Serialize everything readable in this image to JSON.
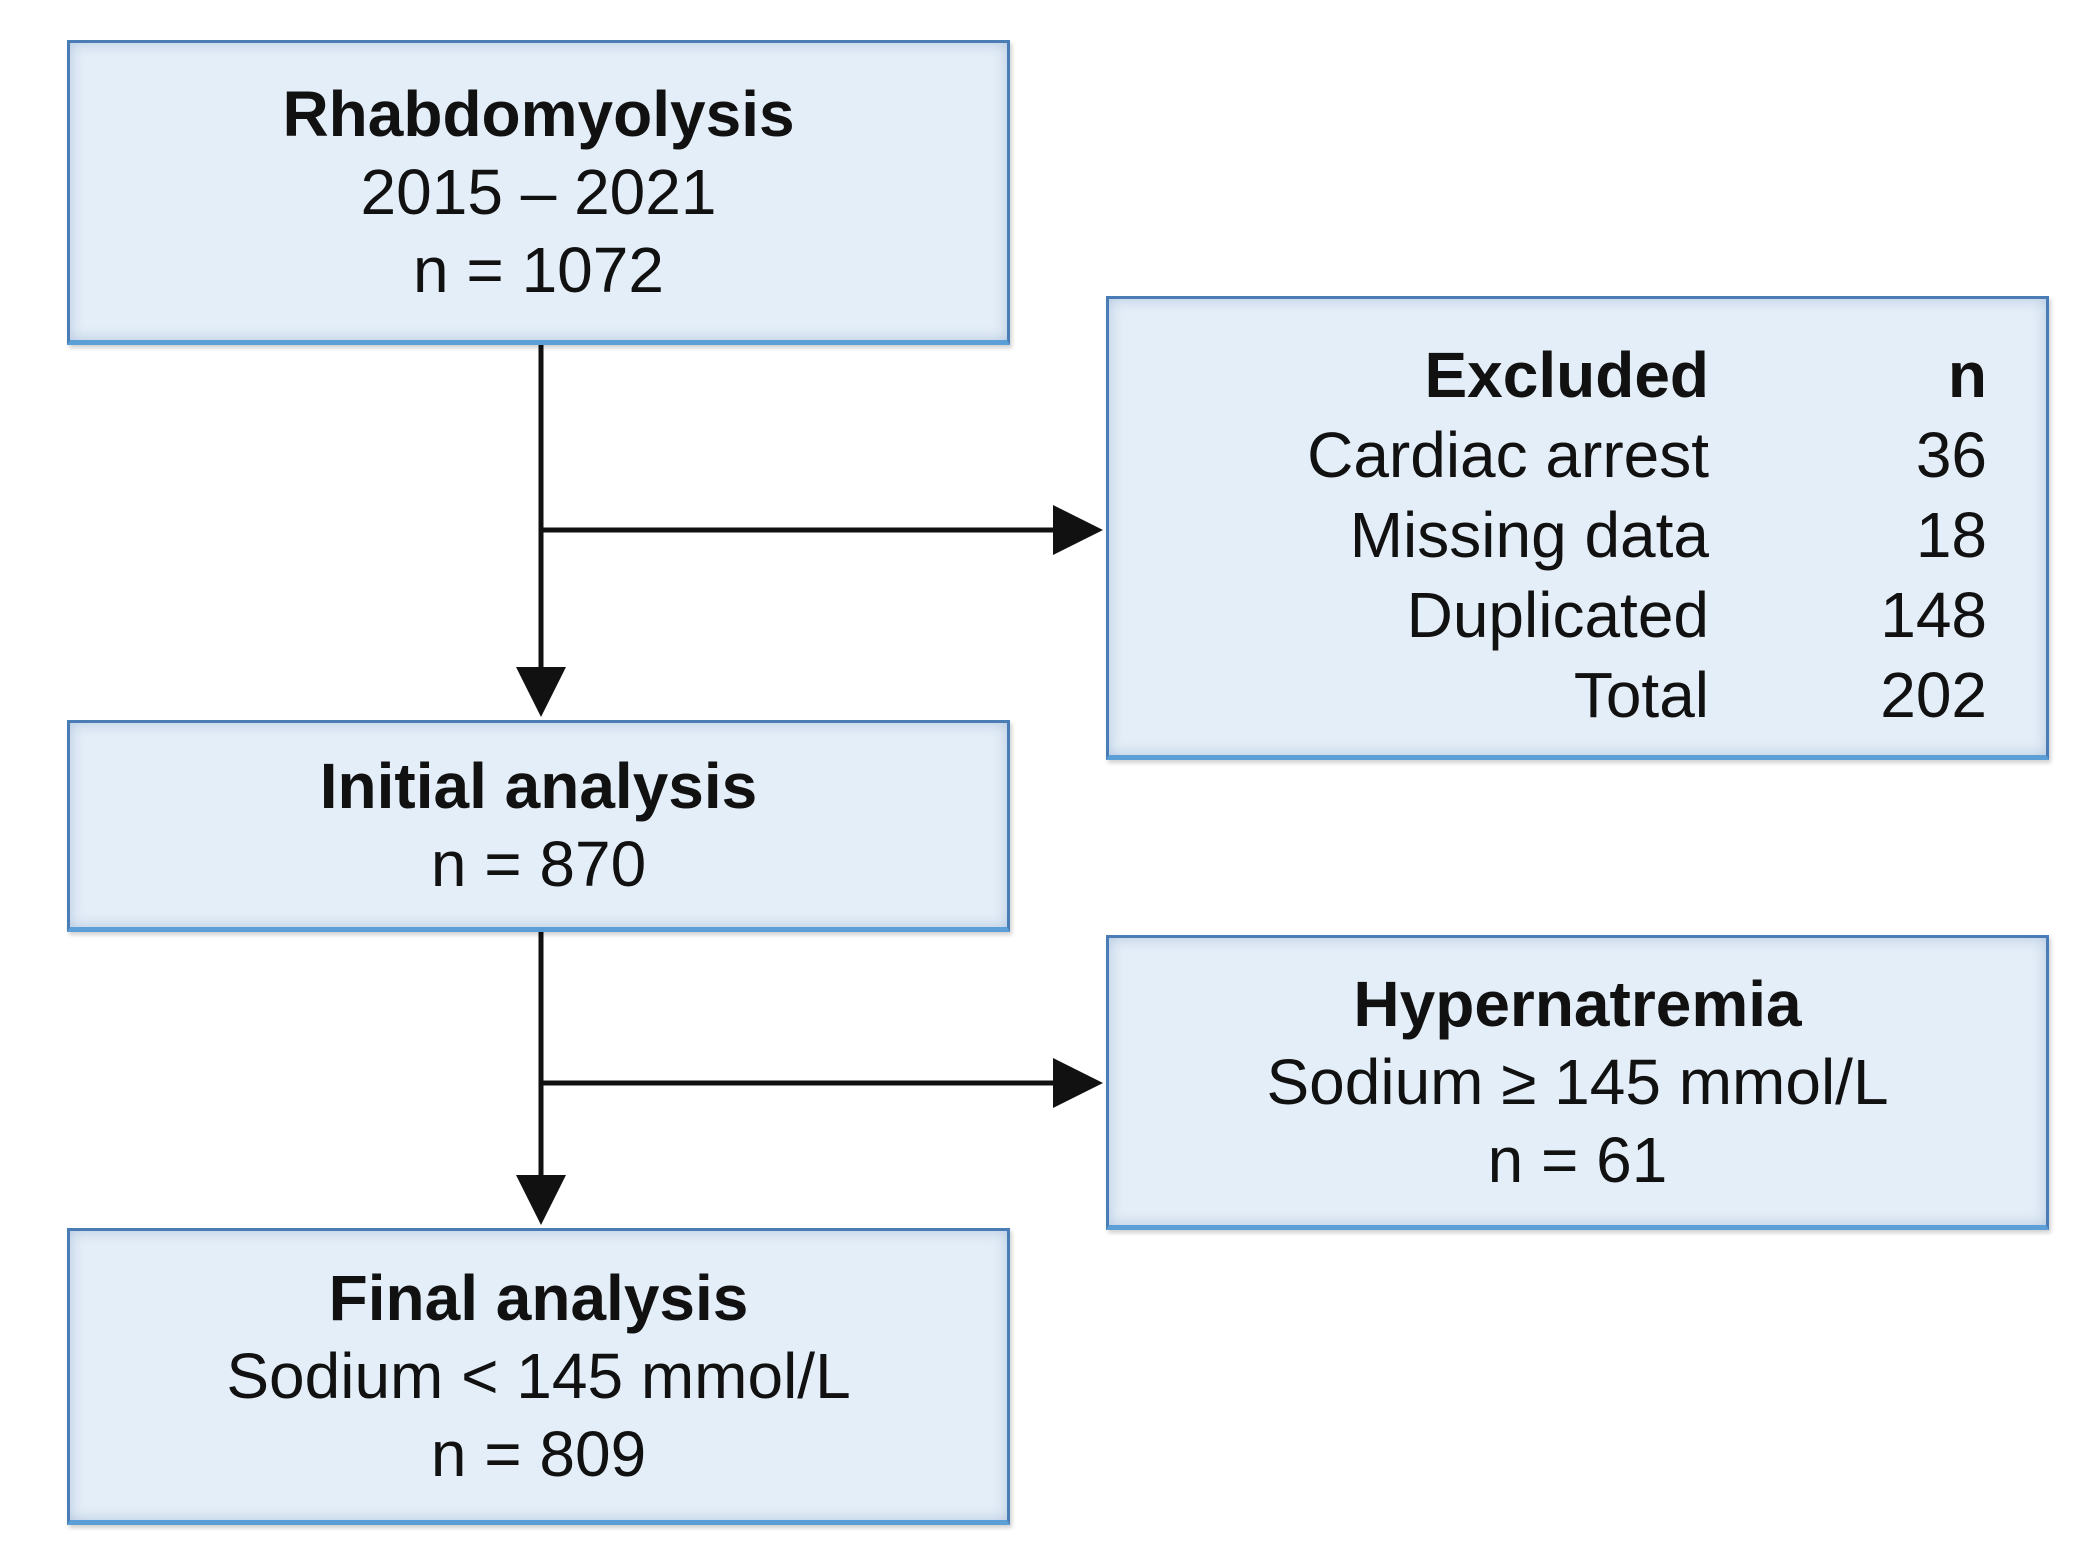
{
  "boxes": {
    "rhabdomyolysis": {
      "title": "Rhabdomyolysis",
      "period": "2015 – 2021",
      "count": "n = 1072"
    },
    "excluded": {
      "header_label": "Excluded",
      "header_value": "n",
      "rows": [
        {
          "label": "Cardiac arrest",
          "value": "36"
        },
        {
          "label": "Missing data",
          "value": "18"
        },
        {
          "label": "Duplicated",
          "value": "148"
        },
        {
          "label": "Total",
          "value": "202"
        }
      ]
    },
    "initial_analysis": {
      "title": "Initial analysis",
      "count": "n = 870"
    },
    "hypernatremia": {
      "title": "Hypernatremia",
      "criterion": "Sodium ≥ 145 mmol/L",
      "count": "n = 61"
    },
    "final_analysis": {
      "title": "Final analysis",
      "criterion": "Sodium < 145 mmol/L",
      "count": "n = 809"
    }
  },
  "colors": {
    "box_fill": "#e4eef8",
    "box_border": "#4a7db5",
    "box_bottom_border": "#5b9fd6",
    "arrow": "#111111"
  }
}
